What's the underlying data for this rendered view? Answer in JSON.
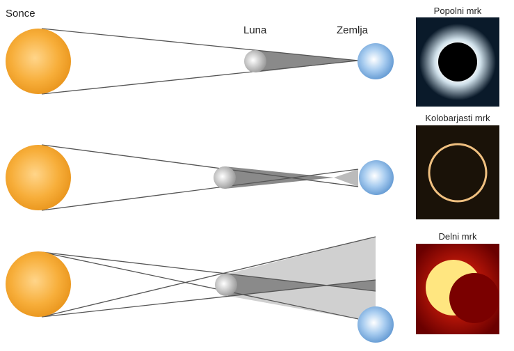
{
  "labels": {
    "sun": "Sonce",
    "moon": "Luna",
    "earth": "Zemlja"
  },
  "photos": [
    {
      "caption": "Popolni mrk"
    },
    {
      "caption": "Kolobarjasti mrk"
    },
    {
      "caption": "Delni mrk"
    }
  ],
  "colors": {
    "sun": "#f5a623",
    "moon": "#bdbdbd",
    "earth": "#7fb2e5",
    "umbra": "#8a8a8a",
    "penumbra": "#cfcfcf"
  }
}
